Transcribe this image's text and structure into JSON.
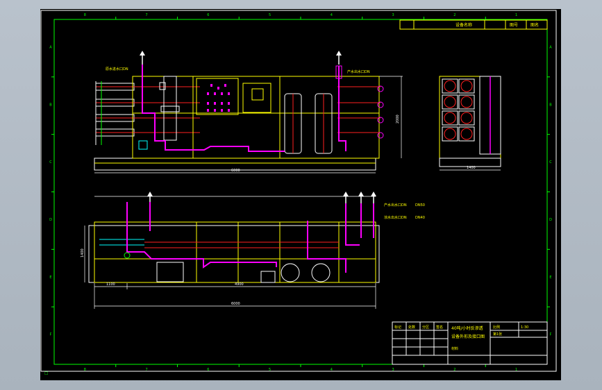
{
  "colors": {
    "background": "#000000",
    "frame": "#ffffff",
    "border": "#00ff00",
    "outline": "#ffff00",
    "pipe": "#ff00ff",
    "line": "#ff2020",
    "water": "#00ffff",
    "text": "#ffff00"
  },
  "border_marks": {
    "top": [
      "8",
      "7",
      "6",
      "5",
      "4",
      "3",
      "2",
      "1"
    ],
    "side": [
      "A",
      "B",
      "C",
      "D",
      "E",
      "F"
    ]
  },
  "top_title_strip": {
    "label_1": "设备名称",
    "label_2": "图号",
    "label_3": "图名"
  },
  "front_view": {
    "dim_total": "6000",
    "dim_height": "2000",
    "label_left": "原水进水口DN",
    "label_right": "产水出水口DN"
  },
  "side_view": {
    "dim_width": "1400"
  },
  "plan_view": {
    "dim_total": "6000",
    "dim_seg_1": "1100",
    "dim_seg_2": "4900",
    "dim_depth": "1400",
    "notes": [
      "产水出水口DN",
      "浓水出水口DN"
    ],
    "note_values": [
      "DN50",
      "DN40"
    ]
  },
  "title_block": {
    "project": "40吨/小时反渗透",
    "drawing_name": "设备外形及接口图",
    "scale_label": "比例",
    "scale_value": "1:30",
    "sheet": "第1张",
    "material_label": "材料",
    "headers": [
      "标记",
      "处数",
      "分区",
      "签名"
    ]
  }
}
